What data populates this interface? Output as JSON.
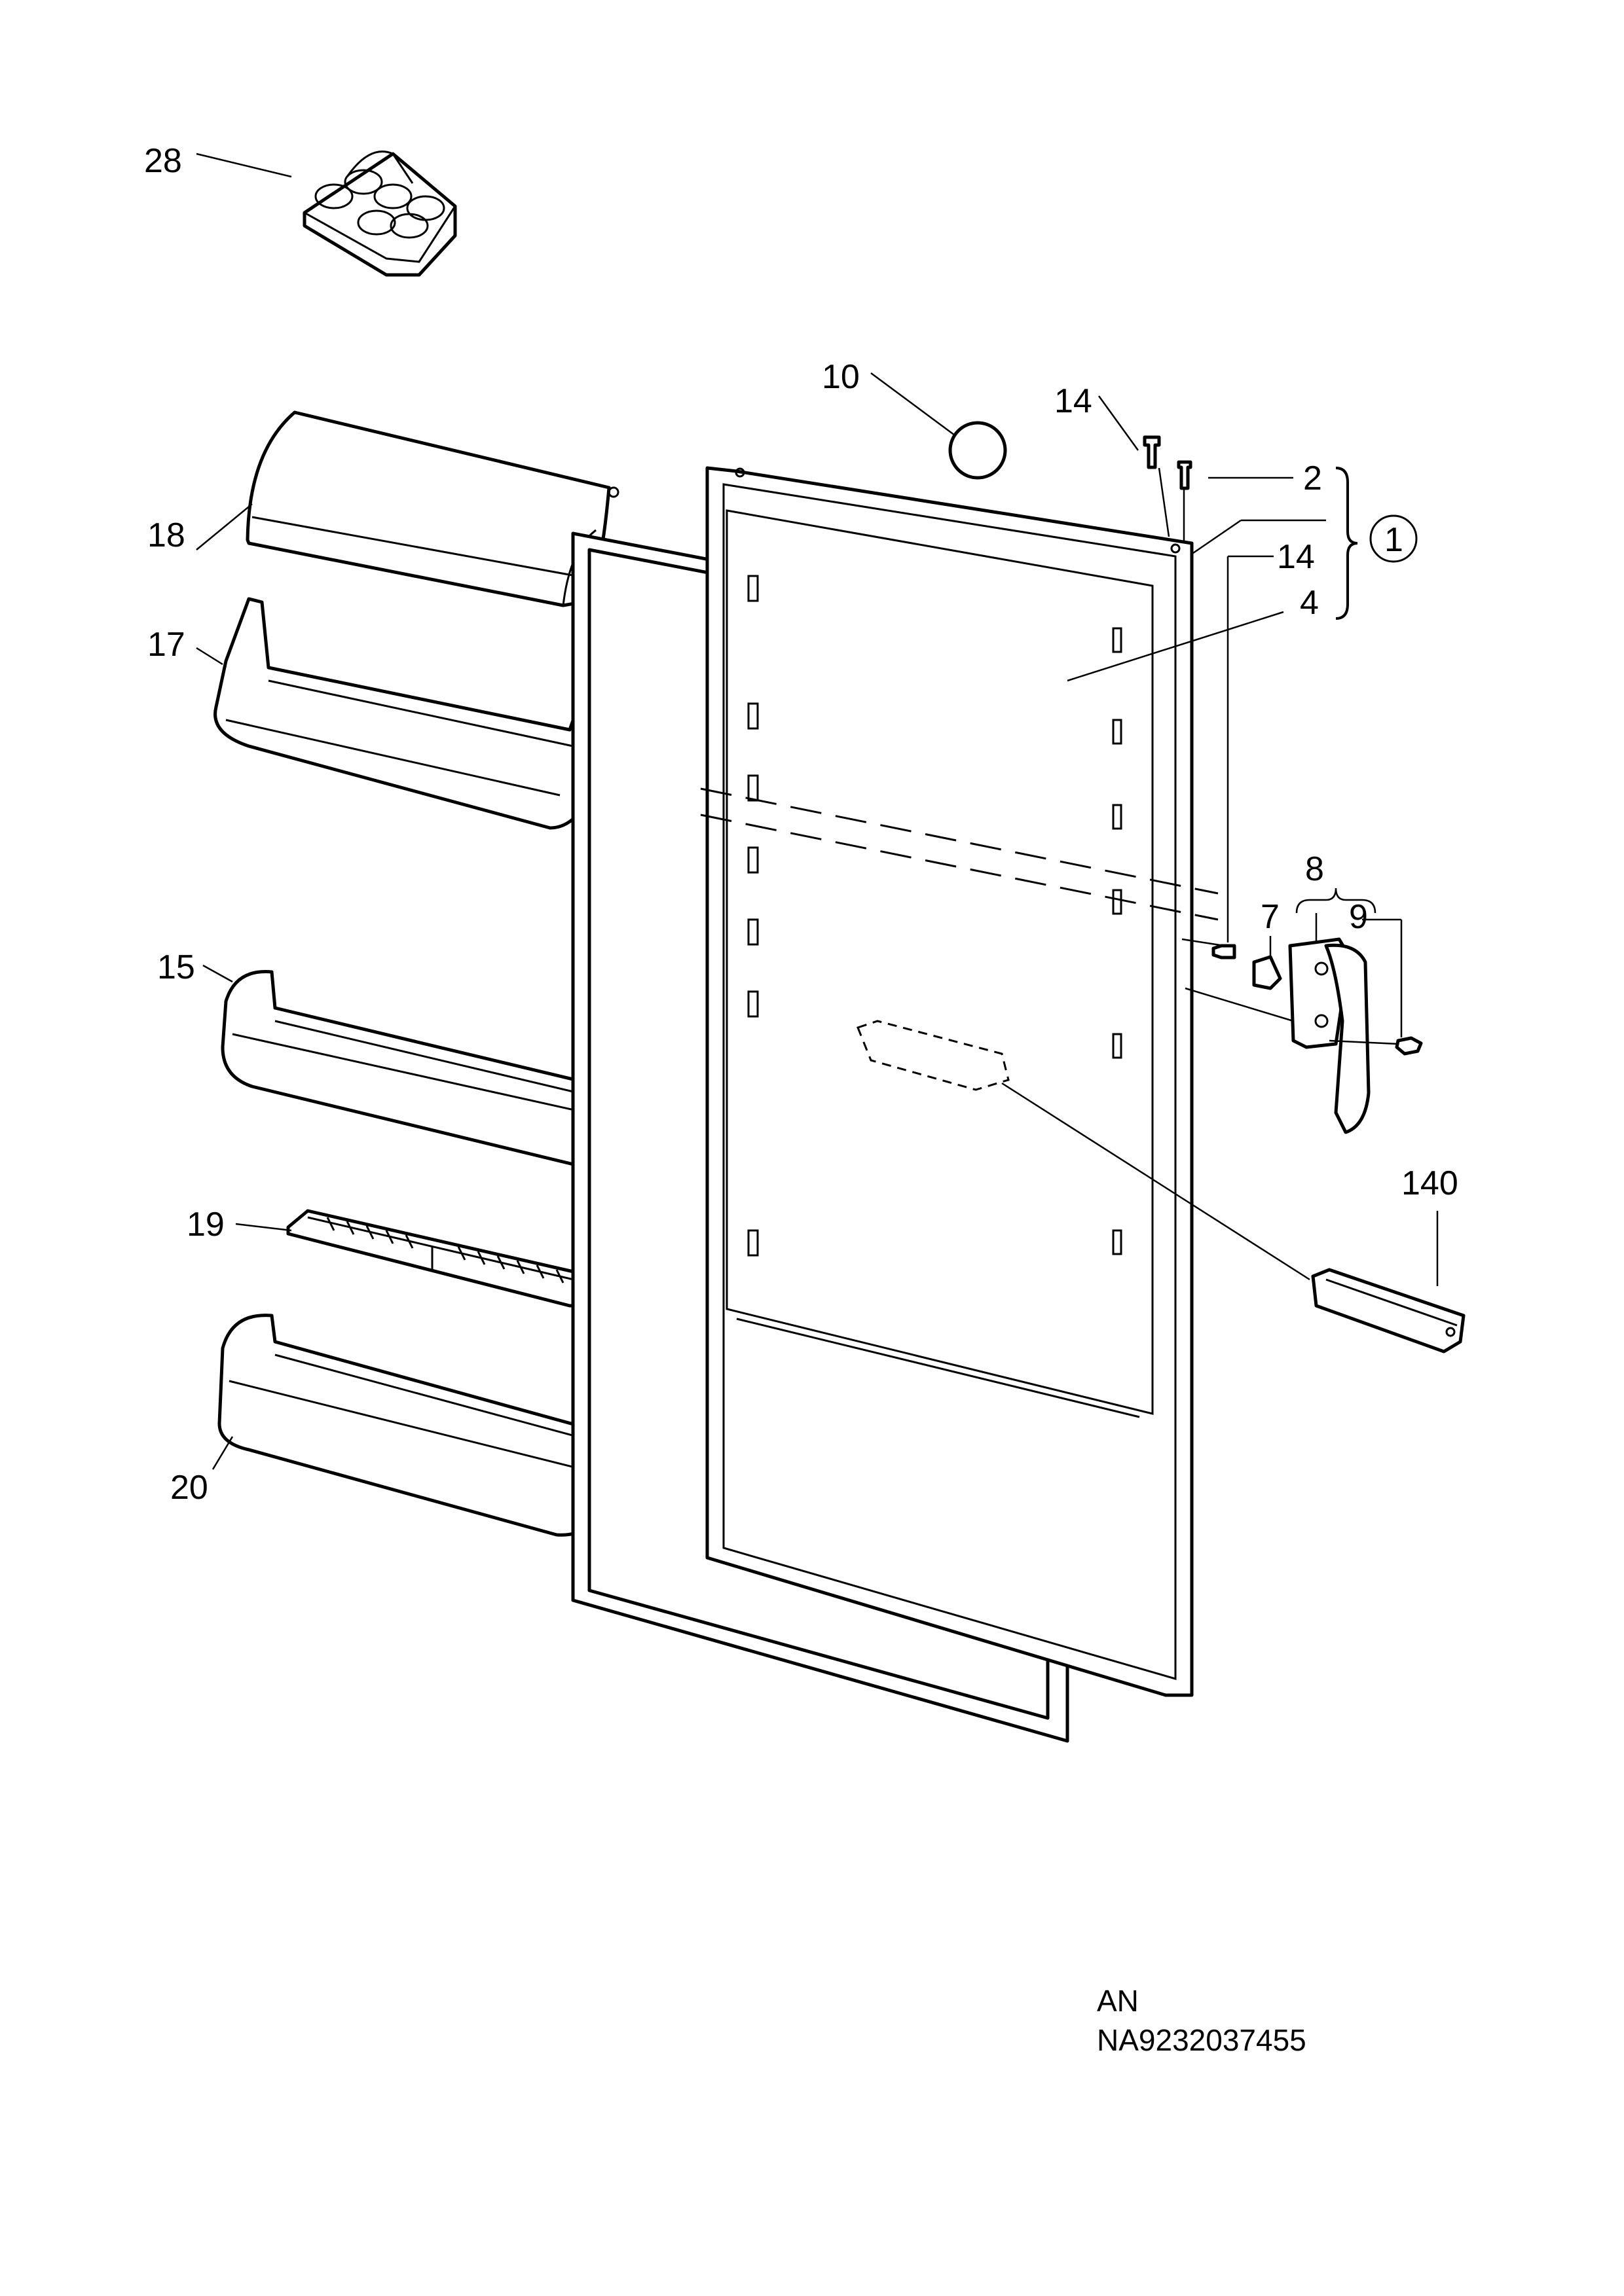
{
  "labels": {
    "l28": "28",
    "l10": "10",
    "l14a": "14",
    "l2": "2",
    "l1": "1",
    "l14b": "14",
    "l4": "4",
    "l18": "18",
    "l17": "17",
    "l8": "8",
    "l7": "7",
    "l9": "9",
    "l15": "15",
    "l140": "140",
    "l19": "19",
    "l20": "20"
  },
  "footer": {
    "code_line1": "AN",
    "code_line2": "NA9232037455"
  }
}
